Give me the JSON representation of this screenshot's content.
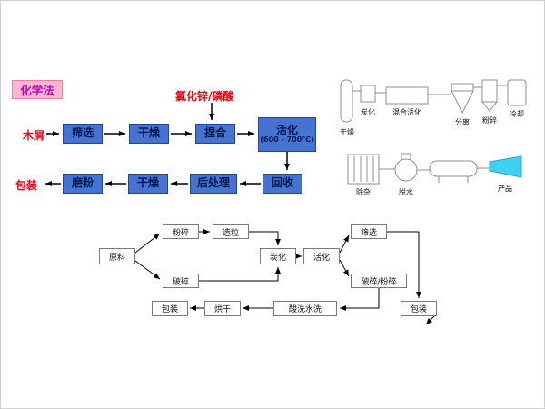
{
  "chemical": {
    "method_label": "化学法",
    "reagent_label": "氯化锌/磷酸",
    "input_label": "木屑",
    "output_label": "包装",
    "steps": {
      "screening": "筛选",
      "drying_1": "干燥",
      "kneading": "捏合",
      "activation_line1": "活化",
      "activation_line2": "(600 - 700℃)",
      "recovery": "回收",
      "post_treatment": "后处理",
      "drying_2": "干燥",
      "milling": "磨粉"
    }
  },
  "equipment": {
    "labels": {
      "carbonization": "炭化",
      "mix_activation": "混合活化",
      "separation": "分离",
      "crushing": "粉碎",
      "cooling": "冷却",
      "drying": "干燥",
      "impurity_removal": "除杂",
      "dewatering": "脱水",
      "product": "产品"
    },
    "flag_color": "#3fd0f5"
  },
  "physical": {
    "steps": {
      "raw_material": "原料",
      "pulverizing": "粉碎",
      "granulation": "造粒",
      "crushing": "破碎",
      "carbonization": "炭化",
      "activation": "活化",
      "sieving": "筛选",
      "crush_mill": "破碎/粉碎",
      "packing_right": "包装",
      "acid_water_wash": "酸洗水洗",
      "drying": "烘干",
      "packing_left": "包装"
    }
  },
  "colors": {
    "process_box_blue": "#4672d2",
    "accent_red": "#e8000d",
    "method_pink_bg": "#ffb6d1",
    "method_magenta": "#bf00bf",
    "product_flag_cyan": "#3fd0f5"
  }
}
